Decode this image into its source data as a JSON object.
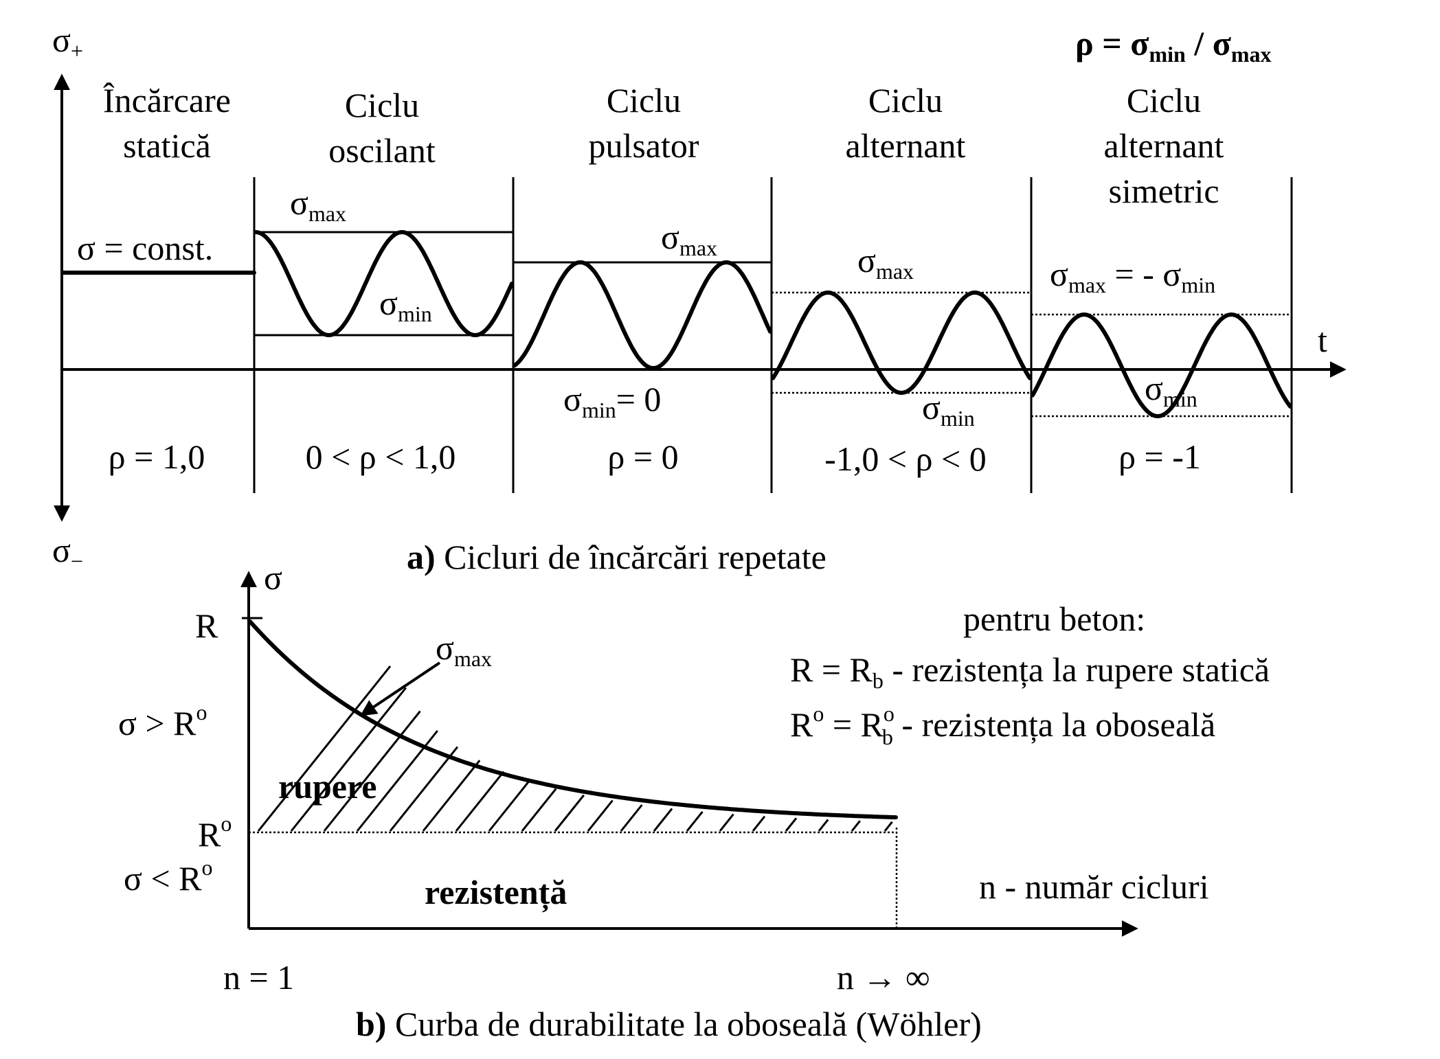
{
  "top_diagram": {
    "y_axis_pos": "σ",
    "y_axis_pos_sub": "+",
    "y_axis_neg": "σ",
    "y_axis_neg_sub": "−",
    "x_axis": "t",
    "ratio_formula": {
      "rho": "ρ = σ",
      "min_sub": "min",
      "slash": " / σ",
      "max_sub": "max"
    },
    "sigma": "σ",
    "max": "max",
    "min": "min",
    "regions": [
      {
        "title_lines": [
          "Încărcare",
          "statică"
        ],
        "level_label": "σ = const.",
        "rho_label": "ρ = 1,0"
      },
      {
        "title_lines": [
          "Ciclu",
          "oscilant"
        ],
        "rho_label": "0 < ρ < 1,0"
      },
      {
        "title_lines": [
          "Ciclu",
          "pulsator"
        ],
        "min_value_text": "= 0",
        "rho_label": "ρ = 0"
      },
      {
        "title_lines": [
          "Ciclu",
          "alternant"
        ],
        "rho_label": "-1,0 < ρ < 0"
      },
      {
        "title_lines": [
          "Ciclu",
          "alternant",
          "simetric"
        ],
        "relation_text": " = - σ",
        "rho_label": "ρ = -1"
      }
    ],
    "caption_bold": "a)",
    "caption": " Cicluri de încărcări repetate"
  },
  "bottom_diagram": {
    "y_axis": "σ",
    "R": "R",
    "sigma_max": "σ",
    "sigma_max_sub": "max",
    "zone_above": "σ > R",
    "zone_below": "σ < R",
    "degree": "o",
    "R0": "R",
    "rupere": "rupere",
    "rezistenta": "rezistență",
    "x_axis_label": "n - număr cicluri",
    "n_start": "n = 1",
    "n_end": "n → ∞",
    "legend_title": "pentru beton:",
    "legend_line1_a": "R = R",
    "legend_line1_sub": "b",
    "legend_line1_b": " - rezistența la rupere statică",
    "legend_line2_a": "R",
    "legend_line2_b": " = R",
    "legend_line2_sub": "b",
    "legend_line2_c": "  - rezistența la oboseală",
    "caption_bold": "b)",
    "caption": " Curba de durabilitate la oboseală (Wöhler)"
  }
}
